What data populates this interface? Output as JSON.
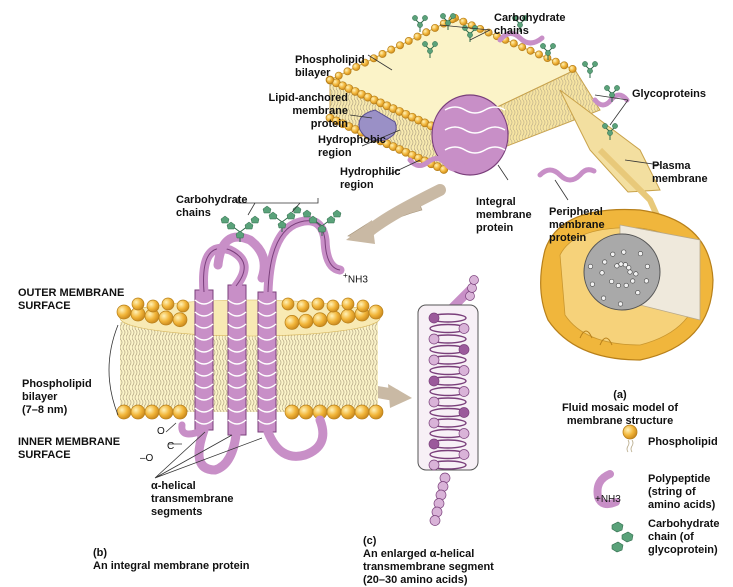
{
  "panel_a": {
    "labels": {
      "carbohydrate_chains": "Carbohydrate\nchains",
      "phospholipid_bilayer": "Phospholipid\nbilayer",
      "lipid_anchored": "Lipid-anchored\nmembrane\nprotein",
      "hydrophobic": "Hydrophobic\nregion",
      "hydrophilic": "Hydrophilic\nregion",
      "integral": "Integral\nmembrane\nprotein",
      "peripheral": "Peripheral\nmembrane\nprotein",
      "glycoproteins": "Glycoproteins",
      "plasma_membrane": "Plasma\nmembrane"
    },
    "caption_letter": "(a)",
    "caption": "Fluid mosaic model of\nmembrane structure"
  },
  "panel_b": {
    "labels": {
      "carbohydrate_chains": "Carbohydrate\nchains",
      "nh3": "NH3",
      "nh3_plus": "+",
      "outer_surface": "OUTER MEMBRANE\nSURFACE",
      "phospholipid_bilayer": "Phospholipid\nbilayer\n(7–8 nm)",
      "inner_surface": "INNER MEMBRANE\nSURFACE",
      "carboxyl_o1": "O",
      "carboxyl_c": "C",
      "carboxyl_o2": "–O",
      "alpha_helical": "α-helical\ntransmembrane\nsegments"
    },
    "caption_letter": "(b)",
    "caption": "An integral membrane protein"
  },
  "panel_c": {
    "caption_letter": "(c)",
    "caption": "An enlarged α-helical\ntransmembrane segment\n(20–30 amino acids)"
  },
  "legend": {
    "items": [
      {
        "label": "Phospholipid"
      },
      {
        "label": "Polypeptide\n(string of\namino acids)",
        "nh3": "+NH3"
      },
      {
        "label": "Carbohydrate\nchain (of\nglycoprotein)"
      }
    ]
  },
  "colors": {
    "head_fill": "#f2b63a",
    "head_stroke": "#b8801a",
    "bilayer_fill": "#fbf3c8",
    "protein_fill": "#c88fc7",
    "protein_stroke": "#7a3f7b",
    "carb_fill": "#5aa27a",
    "arrow": "#c9b9a4",
    "cell": "#f0b63c",
    "nucleus": "#a9a9a9"
  }
}
